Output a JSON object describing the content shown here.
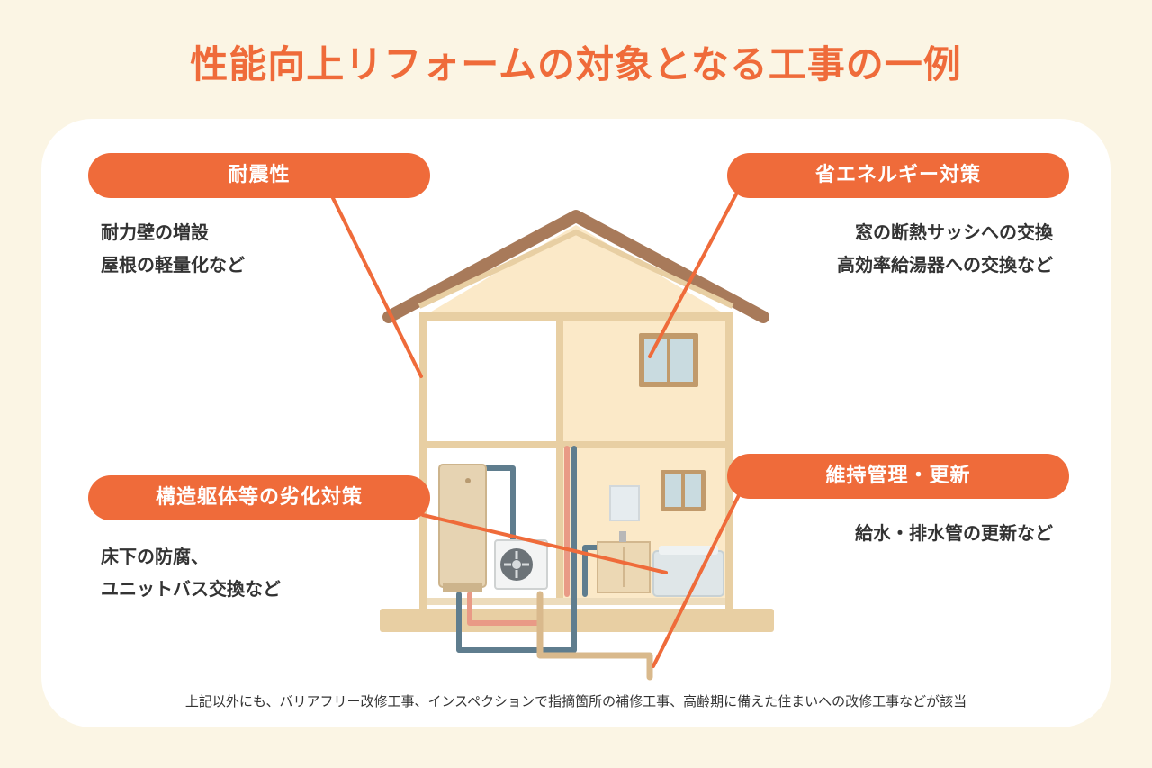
{
  "title": "性能向上リフォームの対象となる工事の一例",
  "callouts": {
    "seismic": {
      "label": "耐震性",
      "lines": [
        "耐力壁の増設",
        "屋根の軽量化など"
      ]
    },
    "energy": {
      "label": "省エネルギー対策",
      "lines": [
        "窓の断熱サッシへの交換",
        "高効率給湯器への交換など"
      ]
    },
    "deterioration": {
      "label": "構造躯体等の劣化対策",
      "lines": [
        "床下の防腐、",
        "ユニットバス交換など"
      ]
    },
    "maintenance": {
      "label": "維持管理・更新",
      "lines": [
        "給水・排水管の更新など"
      ]
    }
  },
  "footnote": "上記以外にも、バリアフリー改修工事、インスペクションで指摘箇所の補修工事、高齢期に備えた住まいへの改修工事などが該当",
  "colors": {
    "accent": "#ef6b3a",
    "background": "#fbf5e4",
    "roof": "#a87a5a",
    "wall": "#e8cfa3",
    "pipe_cold": "#5f7d8e",
    "pipe_hot": "#e99a86"
  }
}
